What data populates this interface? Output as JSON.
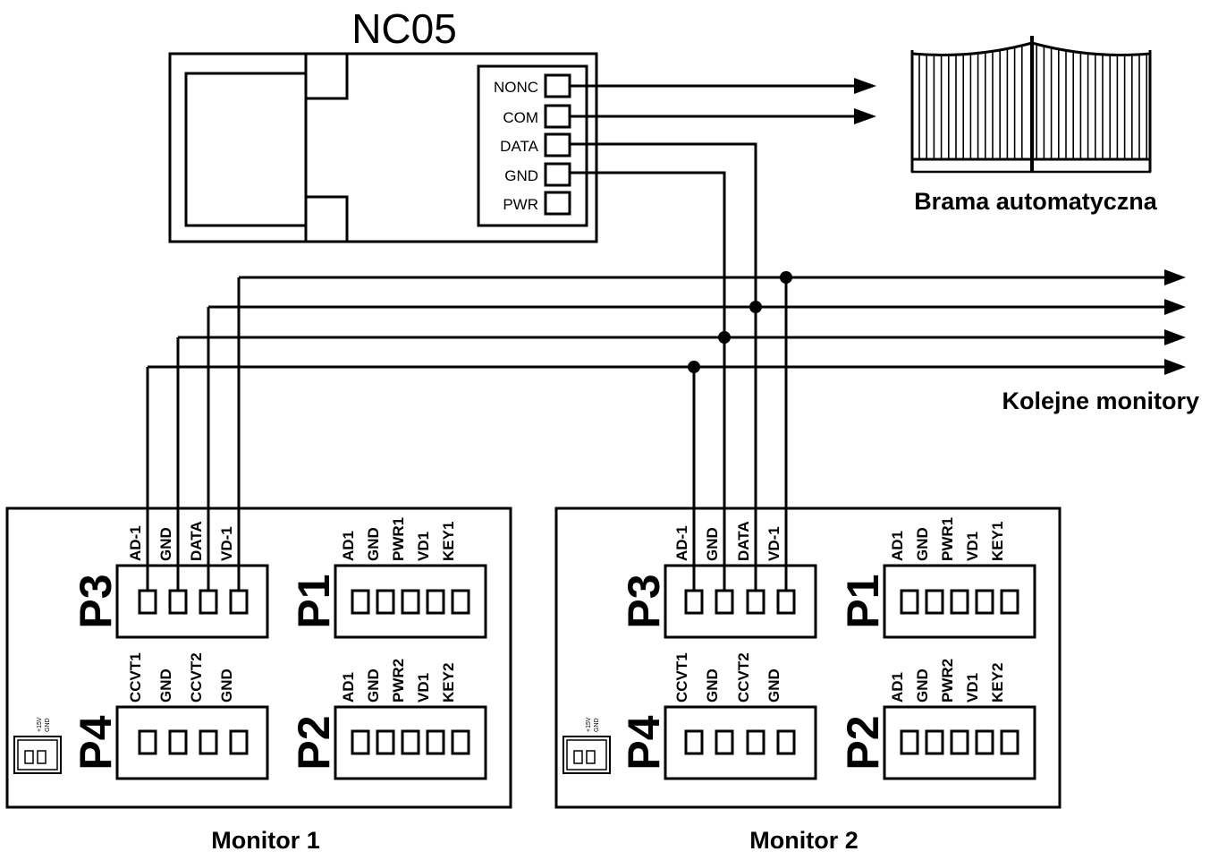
{
  "device": {
    "title": "NC05",
    "terminals": [
      "NONC",
      "COM",
      "DATA",
      "GND",
      "PWR"
    ]
  },
  "gate": {
    "label": "Brama automatyczna"
  },
  "bus": {
    "label": "Kolejne monitory"
  },
  "monitors": [
    {
      "label": "Monitor 1",
      "connectors": {
        "P3": {
          "name": "P3",
          "pins": [
            "AD-1",
            "GND",
            "DATA",
            "VD-1"
          ]
        },
        "P1": {
          "name": "P1",
          "pins": [
            "AD1",
            "GND",
            "PWR1",
            "VD1",
            "KEY1"
          ]
        },
        "P4": {
          "name": "P4",
          "pins": [
            "CCVT1",
            "GND",
            "CCVT2",
            "GND"
          ]
        },
        "P2": {
          "name": "P2",
          "pins": [
            "AD1",
            "GND",
            "PWR2",
            "VD1",
            "KEY2"
          ]
        }
      },
      "power_jack": [
        "+15V",
        "GND"
      ]
    },
    {
      "label": "Monitor 2",
      "connectors": {
        "P3": {
          "name": "P3",
          "pins": [
            "AD-1",
            "GND",
            "DATA",
            "VD-1"
          ]
        },
        "P1": {
          "name": "P1",
          "pins": [
            "AD1",
            "GND",
            "PWR1",
            "VD1",
            "KEY1"
          ]
        },
        "P4": {
          "name": "P4",
          "pins": [
            "CCVT1",
            "GND",
            "CCVT2",
            "GND"
          ]
        },
        "P2": {
          "name": "P2",
          "pins": [
            "AD1",
            "GND",
            "PWR2",
            "VD1",
            "KEY2"
          ]
        }
      },
      "power_jack": [
        "+15V",
        "GND"
      ]
    }
  ]
}
